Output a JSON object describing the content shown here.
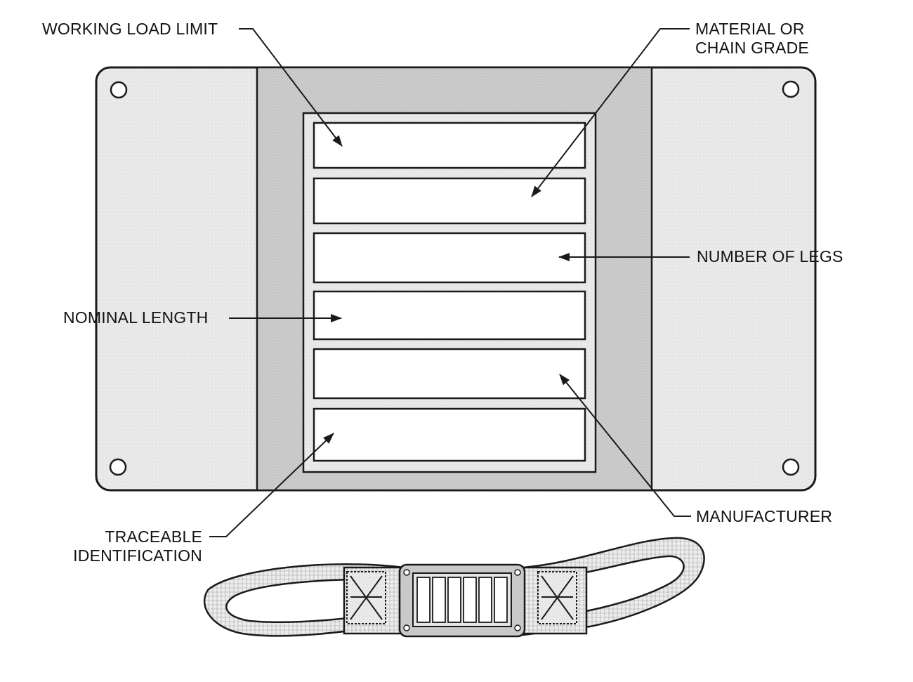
{
  "labels": {
    "working_load_limit": "WORKING LOAD LIMIT",
    "material_line1": "MATERIAL OR",
    "material_line2": "CHAIN GRADE",
    "number_of_legs": "NUMBER OF LEGS",
    "nominal_length": "NOMINAL LENGTH",
    "manufacturer": "MANUFACTURER",
    "traceable_line1": "TRACEABLE",
    "traceable_line2": "IDENTIFICATION"
  },
  "colors": {
    "line": "#1a1a1a",
    "tag_outer": "#e6e6e6",
    "tag_band": "#cfcfcf",
    "field": "#ffffff",
    "sling": "#e8e8e8"
  }
}
